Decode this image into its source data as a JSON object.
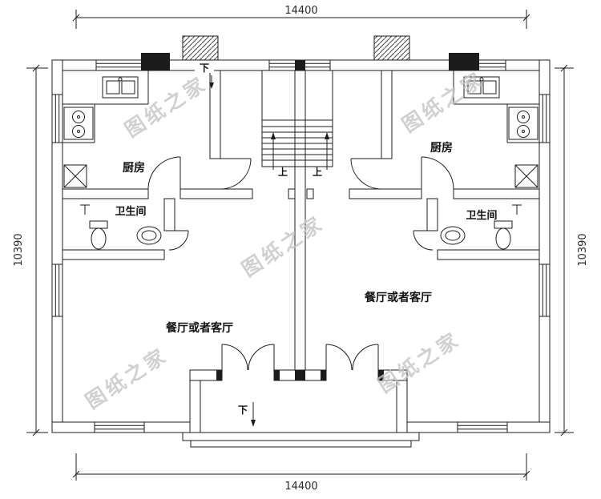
{
  "plan": {
    "watermarks": [
      "图纸之家",
      "图纸之家",
      "图纸之家",
      "图纸之家",
      "图纸之家"
    ],
    "dimensions": {
      "width_top": "14400",
      "width_bottom": "14400",
      "height_left": "10390",
      "height_right": "10390"
    },
    "rooms": {
      "kitchen_left": "厨房",
      "kitchen_right": "厨房",
      "bathroom_left": "卫生间",
      "bathroom_right": "卫生间",
      "living_left": "餐厅或者客厅",
      "living_right": "餐厅或者客厅"
    },
    "annotations": {
      "stairs_up_left": "上",
      "stairs_up_right": "上",
      "down_top": "下",
      "down_bottom": "下"
    },
    "colors": {
      "line": "#1c1c1c",
      "watermark": "#c5c5c5",
      "background": "#ffffff"
    }
  }
}
